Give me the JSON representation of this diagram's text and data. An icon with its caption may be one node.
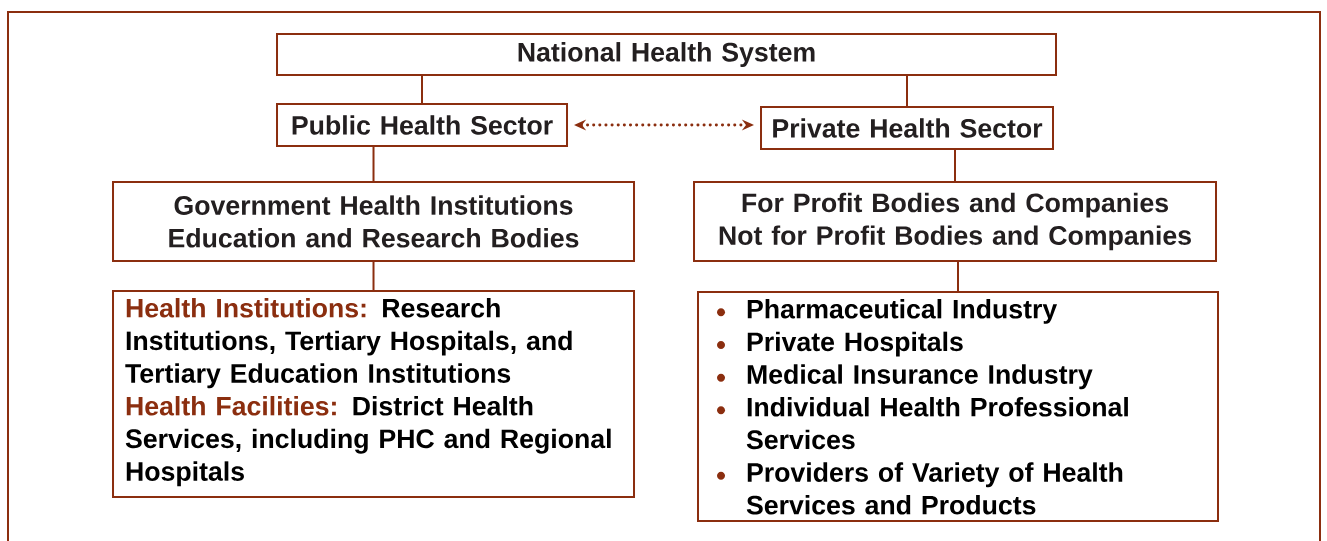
{
  "diagram": {
    "nodes": [
      {
        "text": [
          "National Health System"
        ]
      },
      {
        "text": [
          "Public Health Sector"
        ]
      },
      {
        "text": [
          "Private Health Sector"
        ]
      },
      {
        "text": [
          "Government Health Institutions",
          "Education and Research Bodies"
        ]
      },
      {
        "text": [
          "For Profit Bodies and Companies",
          "Not for Profit Bodies and Companies"
        ]
      },
      {
        "text": [
          "Health Institutions:",
          "Research Institutions, Tertiary Hospitals, and Tertiary Education Institutions",
          "Health Facilities:",
          "District Health Services, including PHC and Regional Hospitals"
        ]
      },
      {
        "text": [
          "Pharmaceutical Industry",
          "Private Hospitals",
          "Medical Insurance Industry",
          "Individual Health Professional Services",
          "Providers of Variety of Health Services and Products"
        ]
      }
    ],
    "edges": [
      {
        "from": 0,
        "to": 1,
        "arrow": "none"
      },
      {
        "from": 0,
        "to": 2,
        "arrow": "none"
      },
      {
        "from": 1,
        "to": 2,
        "arrow": "both",
        "style": "dashed"
      },
      {
        "from": 1,
        "to": 3,
        "arrow": "none"
      },
      {
        "from": 2,
        "to": 4,
        "arrow": "none"
      },
      {
        "from": 3,
        "to": 5,
        "arrow": "none"
      },
      {
        "from": 4,
        "to": 6,
        "arrow": "none"
      }
    ]
  }
}
